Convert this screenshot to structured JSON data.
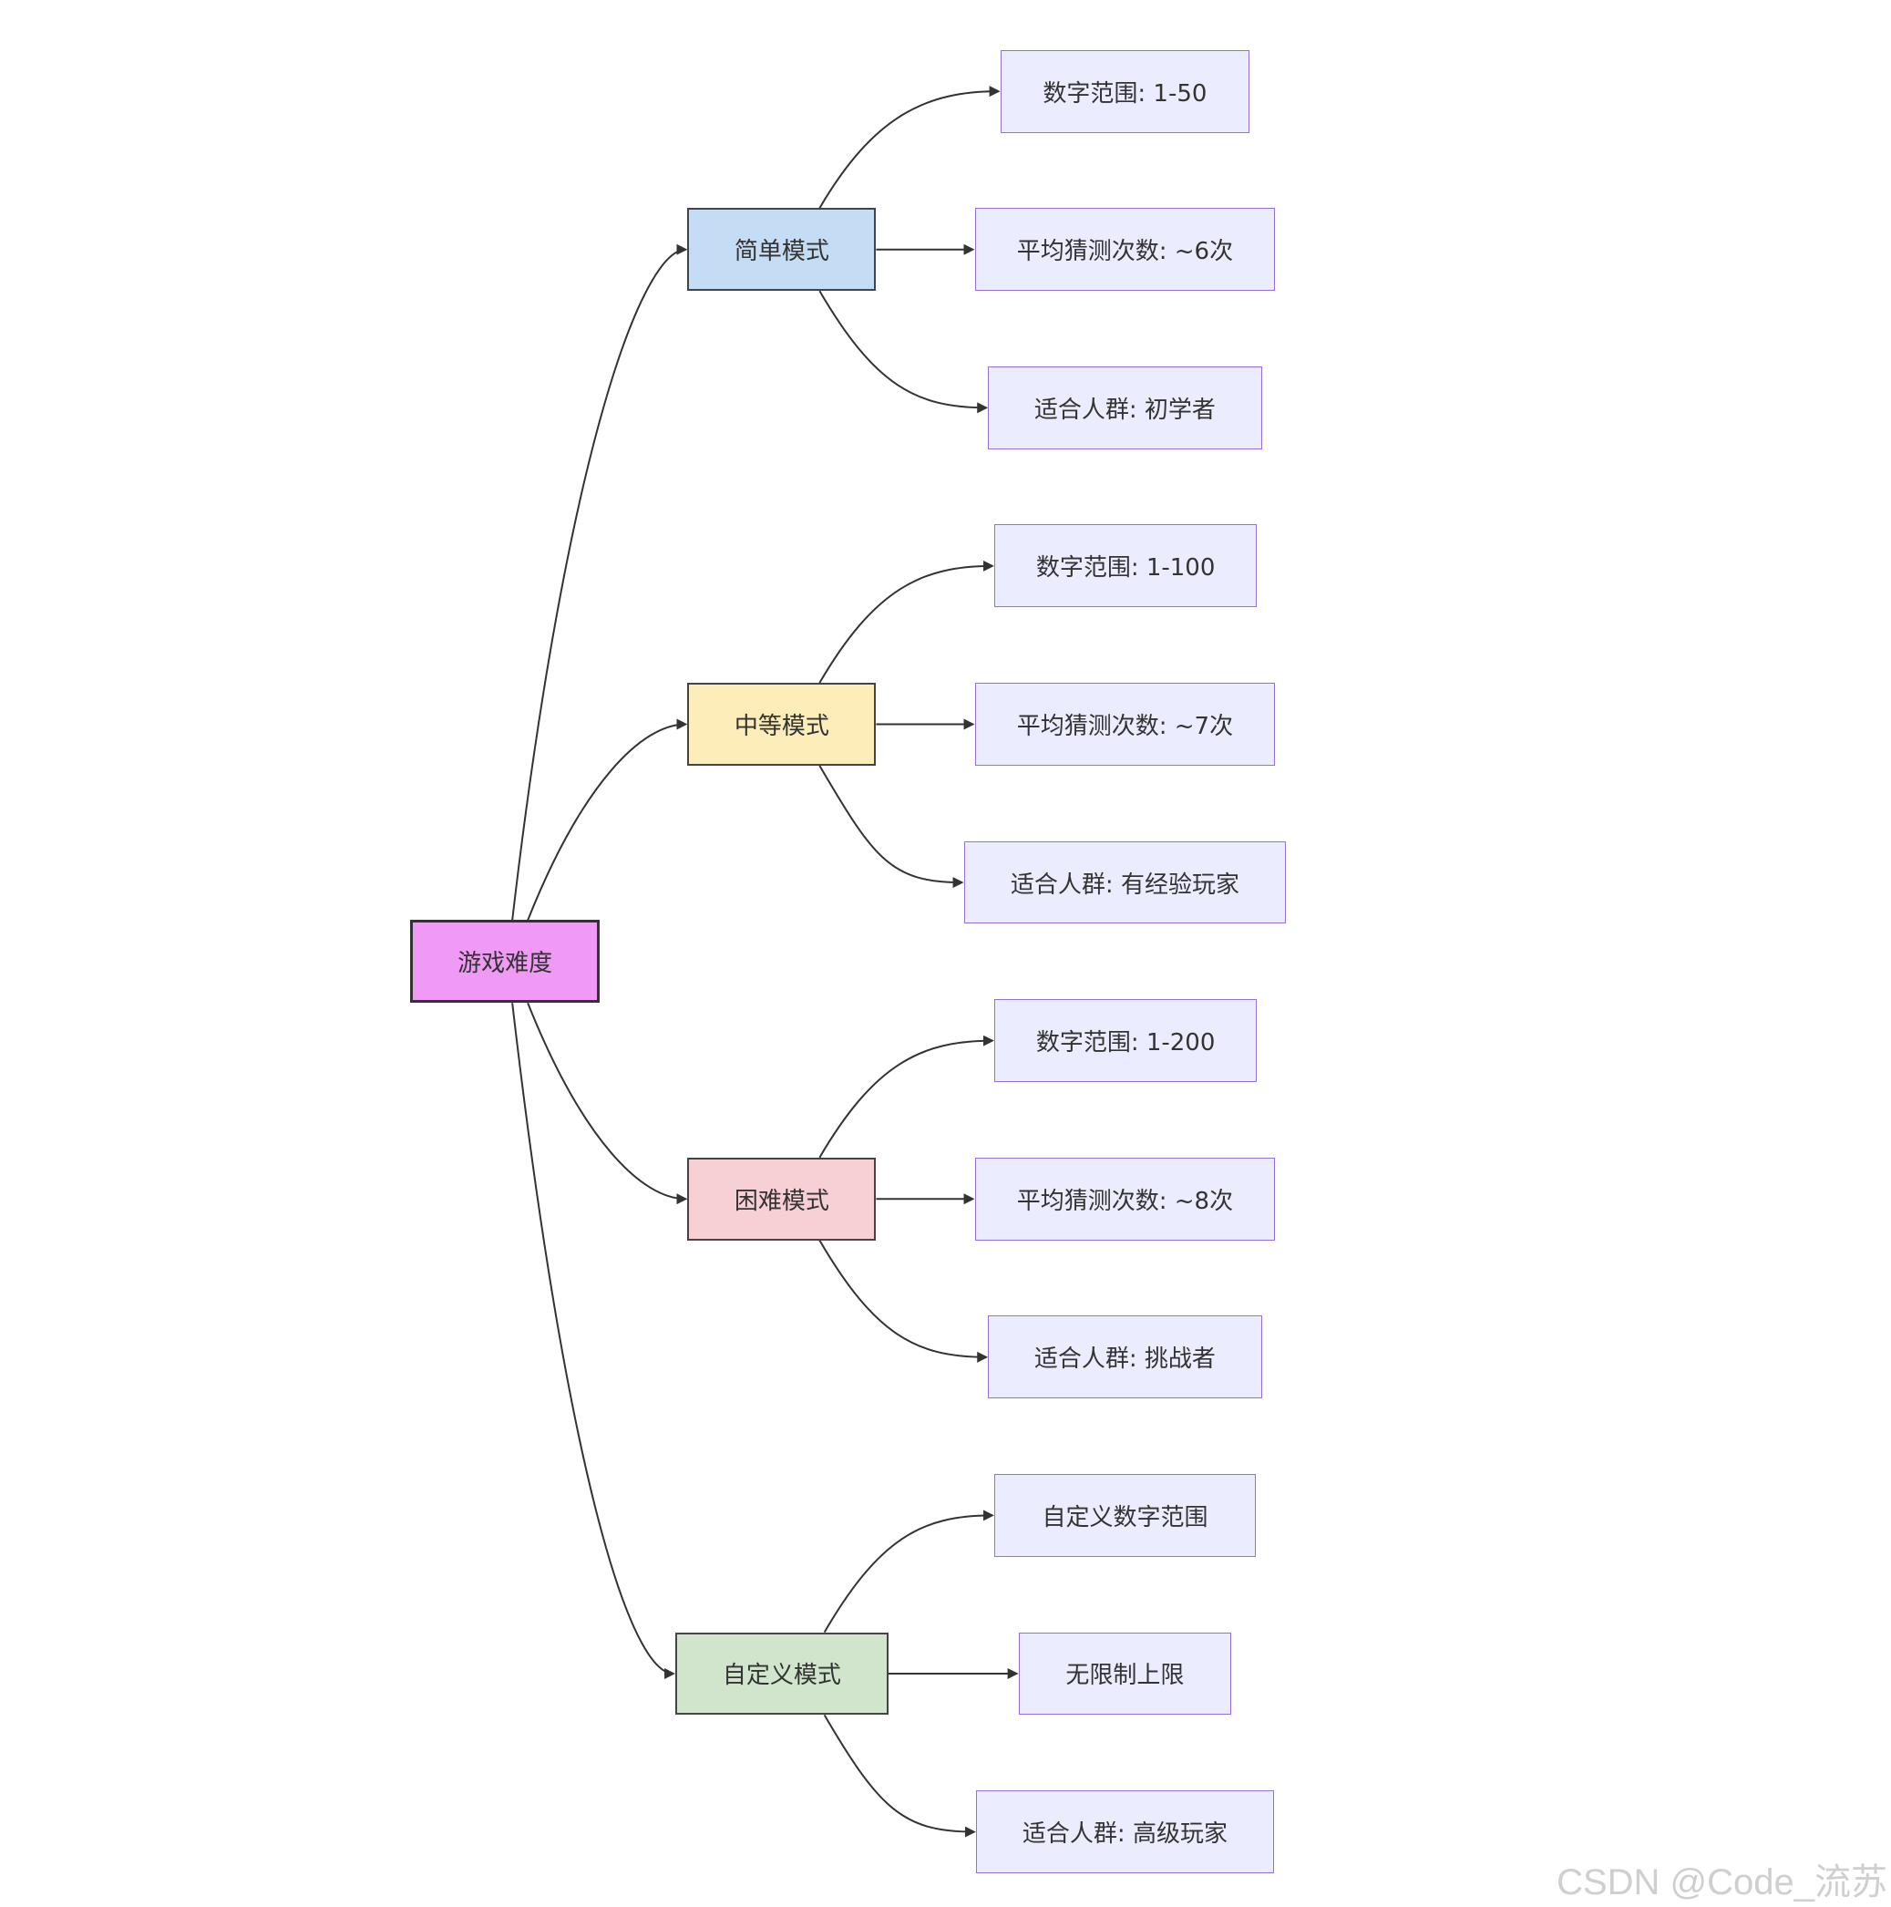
{
  "diagram": {
    "root": {
      "label": "游戏难度",
      "fill": "#f09af5"
    },
    "modes": [
      {
        "label": "简单模式",
        "fill": "#c4ddf5",
        "children": [
          "数字范围: 1-50",
          "平均猜测次数: ~6次",
          "适合人群: 初学者"
        ]
      },
      {
        "label": "中等模式",
        "fill": "#fdeeb9",
        "children": [
          "数字范围: 1-100",
          "平均猜测次数: ~7次",
          "适合人群: 有经验玩家"
        ]
      },
      {
        "label": "困难模式",
        "fill": "#f7d0d6",
        "children": [
          "数字范围: 1-200",
          "平均猜测次数: ~8次",
          "适合人群: 挑战者"
        ]
      },
      {
        "label": "自定义模式",
        "fill": "#d0e5cb",
        "children": [
          "自定义数字范围",
          "无限制上限",
          "适合人群: 高级玩家"
        ]
      }
    ],
    "leaf_fill": "#ececff",
    "leaf_border": "#9370db",
    "edge_color": "#333333"
  },
  "watermark": "CSDN @Code_流苏"
}
